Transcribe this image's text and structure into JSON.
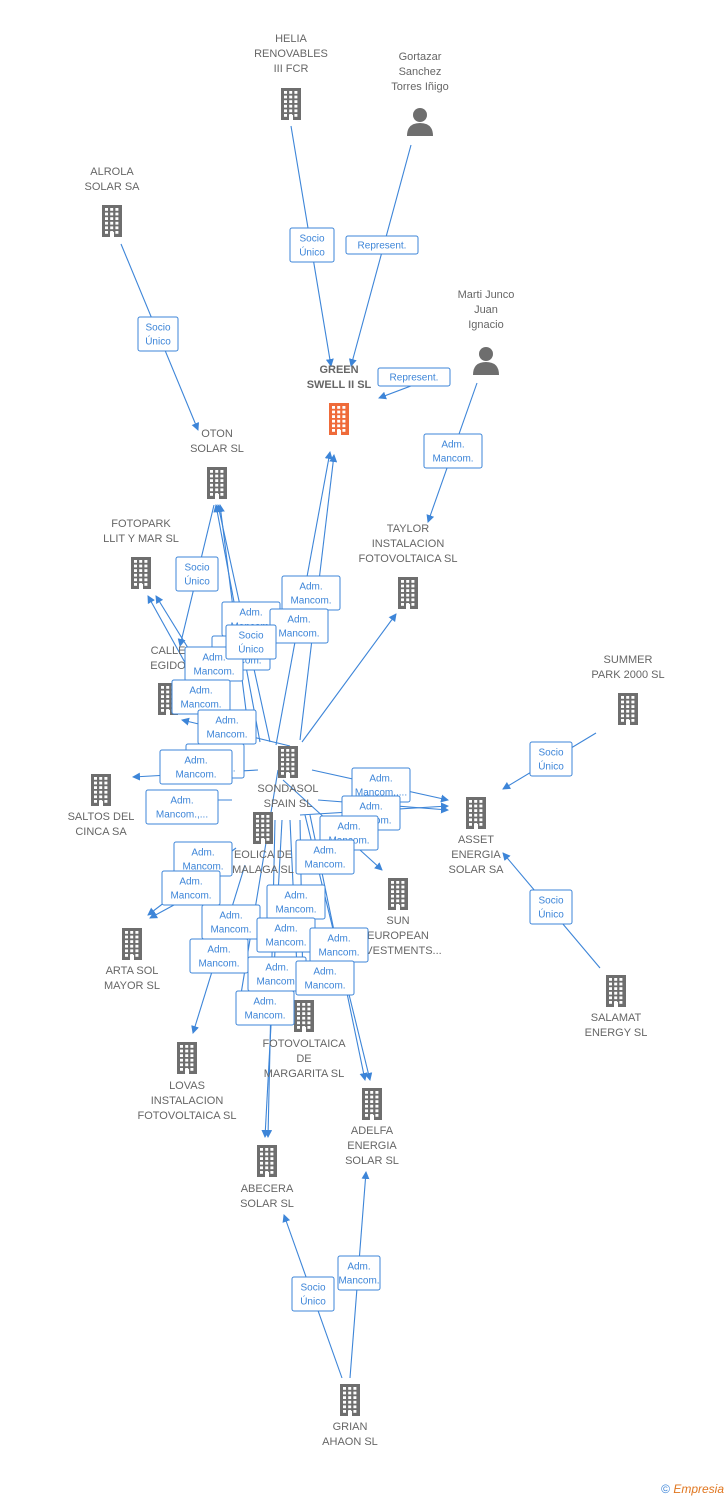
{
  "colors": {
    "edge": "#3d85d8",
    "company": "#6e6e6e",
    "focus": "#ef6b3a",
    "person": "#6e6e6e",
    "label": "#666666"
  },
  "nodes": [
    {
      "id": "helia",
      "type": "company",
      "lines": [
        "HELIA",
        "RENOVABLES",
        "III FCR"
      ]
    },
    {
      "id": "gortazar",
      "type": "person",
      "lines": [
        "Gortazar",
        "Sanchez",
        "Torres Iñigo"
      ]
    },
    {
      "id": "alrola",
      "type": "company",
      "lines": [
        "ALROLA",
        "SOLAR SA"
      ]
    },
    {
      "id": "marti",
      "type": "person",
      "lines": [
        "Marti Junco",
        "Juan",
        "Ignacio"
      ]
    },
    {
      "id": "green",
      "type": "focus",
      "lines": [
        "GREEN",
        "SWELL II  SL"
      ]
    },
    {
      "id": "oton",
      "type": "company",
      "lines": [
        "OTON",
        "SOLAR SL"
      ]
    },
    {
      "id": "taylor",
      "type": "company",
      "lines": [
        "TAYLOR",
        "INSTALACION",
        "FOTOVOLTAICA SL"
      ]
    },
    {
      "id": "fotopark",
      "type": "company",
      "lines": [
        "FOTOPARK",
        "LLIT Y MAR SL"
      ]
    },
    {
      "id": "calle",
      "type": "company",
      "lines": [
        "CALLE",
        "EGIDO"
      ]
    },
    {
      "id": "summer",
      "type": "company",
      "lines": [
        "SUMMER",
        "PARK 2000  SL"
      ]
    },
    {
      "id": "sondasol",
      "type": "company",
      "lines": [
        "SONDASOL",
        "SPAIN  SL"
      ]
    },
    {
      "id": "saltos",
      "type": "company",
      "lines": [
        "SALTOS DEL",
        "CINCA SA"
      ]
    },
    {
      "id": "asset",
      "type": "company",
      "lines": [
        "ASSET",
        "ENERGIA",
        "SOLAR SA"
      ]
    },
    {
      "id": "eolica",
      "type": "company",
      "lines": [
        "EOLICA DE",
        "MALAGA  SL"
      ]
    },
    {
      "id": "sun",
      "type": "company",
      "lines": [
        "SUN",
        "EUROPEAN",
        "INVESTMENTS..."
      ]
    },
    {
      "id": "arta",
      "type": "company",
      "lines": [
        "ARTA SOL",
        "MAYOR SL"
      ]
    },
    {
      "id": "salamat",
      "type": "company",
      "lines": [
        "SALAMAT",
        "ENERGY  SL"
      ]
    },
    {
      "id": "fotomargarita",
      "type": "company",
      "lines": [
        "FOTOVOLTAICA",
        "DE",
        "MARGARITA SL"
      ]
    },
    {
      "id": "lovas",
      "type": "company",
      "lines": [
        "LOVAS",
        "INSTALACION",
        "FOTOVOLTAICA SL"
      ]
    },
    {
      "id": "adelfa",
      "type": "company",
      "lines": [
        "ADELFA",
        "ENERGIA",
        "SOLAR SL"
      ]
    },
    {
      "id": "abecera",
      "type": "company",
      "lines": [
        "ABECERA",
        "SOLAR SL"
      ]
    },
    {
      "id": "grian",
      "type": "company",
      "lines": [
        "GRIAN",
        "AHAON SL"
      ]
    }
  ],
  "relations": [
    {
      "lines": [
        "Socio",
        "Único"
      ]
    },
    {
      "lines": [
        "Represent."
      ]
    },
    {
      "lines": [
        "Socio",
        "Único"
      ]
    },
    {
      "lines": [
        "Represent."
      ]
    },
    {
      "lines": [
        "Adm.",
        "Mancom."
      ]
    },
    {
      "lines": [
        "Socio",
        "Único"
      ]
    },
    {
      "lines": [
        "Adm.",
        "Mancom."
      ]
    },
    {
      "lines": [
        "Adm.",
        "Mancom."
      ]
    },
    {
      "lines": [
        "Adm.",
        "Mancom."
      ]
    },
    {
      "lines": [
        "Adm.",
        "Mancom."
      ]
    },
    {
      "lines": [
        "Adm.",
        "Mancom."
      ]
    },
    {
      "lines": [
        "Adm.",
        "Mancom."
      ]
    },
    {
      "lines": [
        "Adm.",
        "Mancom."
      ]
    },
    {
      "lines": [
        "Adm.",
        "Mancom."
      ]
    },
    {
      "lines": [
        "Socio",
        "Único"
      ]
    },
    {
      "lines": [
        "Adm.",
        "Mancom."
      ]
    },
    {
      "lines": [
        "Adm.",
        "Mancom.,..."
      ]
    },
    {
      "lines": [
        "Adm.",
        "Mancom.,..."
      ]
    },
    {
      "lines": [
        "Adm.",
        "Mancom."
      ]
    },
    {
      "lines": [
        "Adm.",
        "Mancom."
      ]
    },
    {
      "lines": [
        "Adm.",
        "Mancom."
      ]
    },
    {
      "lines": [
        "Adm.",
        "Mancom."
      ]
    },
    {
      "lines": [
        "Adm.",
        "Mancom."
      ]
    },
    {
      "lines": [
        "Adm.",
        "Mancom."
      ]
    },
    {
      "lines": [
        "Adm.",
        "Mancom."
      ]
    },
    {
      "lines": [
        "Adm.",
        "Mancom."
      ]
    },
    {
      "lines": [
        "Adm.",
        "Mancom."
      ]
    },
    {
      "lines": [
        "Socio",
        "Único"
      ]
    },
    {
      "lines": [
        "Adm.",
        "Mancom."
      ]
    },
    {
      "lines": [
        "Adm.",
        "Mancom."
      ]
    },
    {
      "lines": [
        "Adm.",
        "Mancom."
      ]
    },
    {
      "lines": [
        "Adm.",
        "Mancom."
      ]
    },
    {
      "lines": [
        "Adm.",
        "Mancom."
      ]
    },
    {
      "lines": [
        "Socio",
        "Único"
      ]
    },
    {
      "lines": [
        "Socio",
        "Único"
      ]
    }
  ],
  "footer": {
    "copyright": "©",
    "brand": "Empresia"
  }
}
